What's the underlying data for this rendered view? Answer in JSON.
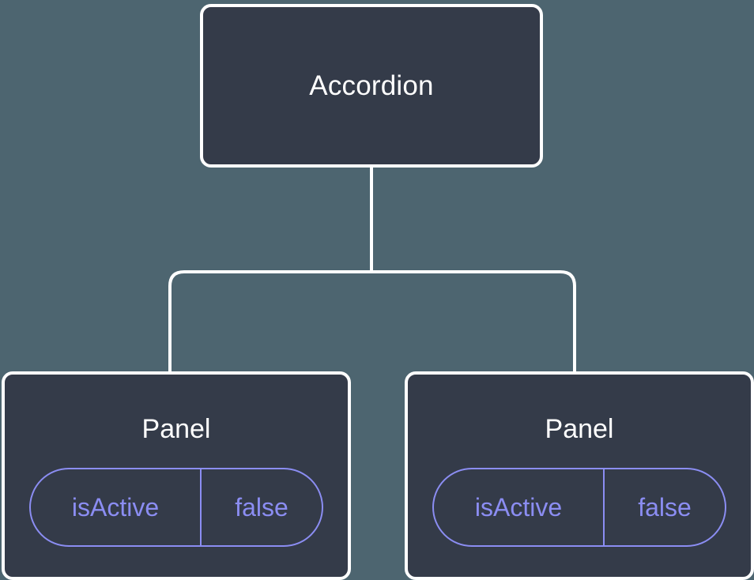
{
  "diagram": {
    "type": "component-tree",
    "background_color": "#4d6570",
    "node_fill_color": "#343b49",
    "node_border_color": "#ffffff",
    "connector_color": "#ffffff",
    "prop_accent_color": "#8b8df2",
    "root": {
      "label": "Accordion"
    },
    "children": [
      {
        "label": "Panel",
        "props": [
          {
            "key": "isActive",
            "value": "false"
          }
        ]
      },
      {
        "label": "Panel",
        "props": [
          {
            "key": "isActive",
            "value": "false"
          }
        ]
      }
    ]
  }
}
